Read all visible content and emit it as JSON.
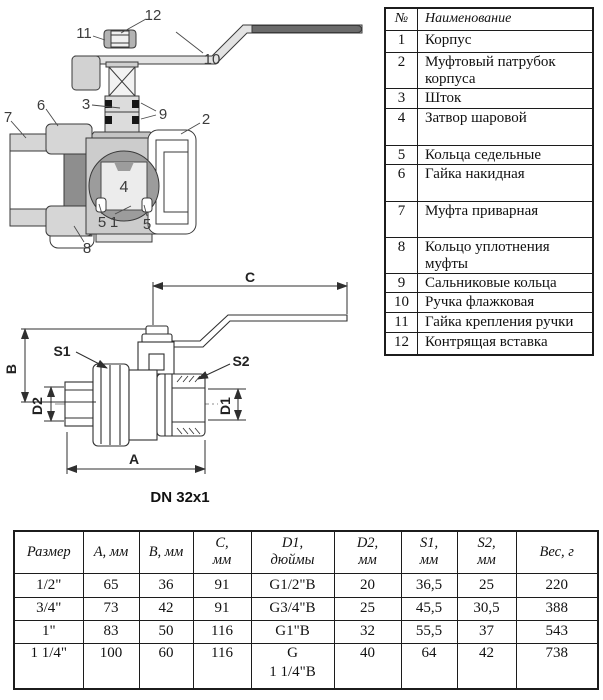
{
  "parts_table": {
    "headers": {
      "num": "№",
      "name": "Наименование"
    },
    "rows": [
      {
        "num": "1",
        "name": "Корпус"
      },
      {
        "num": "2",
        "name": "Муфтовый патрубок корпуса"
      },
      {
        "num": "3",
        "name": "Шток"
      },
      {
        "num": "4",
        "name": "Затвор шаровой"
      },
      {
        "num": "5",
        "name": "Кольца седельные"
      },
      {
        "num": "6",
        "name": "Гайка накидная"
      },
      {
        "num": "7",
        "name": "Муфта приварная"
      },
      {
        "num": "8",
        "name": "Кольцо уплотнения муфты"
      },
      {
        "num": "9",
        "name": "Сальниковые кольца"
      },
      {
        "num": "10",
        "name": "Ручка флажковая"
      },
      {
        "num": "11",
        "name": "Гайка крепления ручки"
      },
      {
        "num": "12",
        "name": "Контрящая вставка"
      }
    ]
  },
  "cutaway": {
    "callouts": {
      "c1": "1",
      "c2": "2",
      "c3": "3",
      "c4": "4",
      "c5": "5",
      "c6": "6",
      "c7": "7",
      "c8": "8",
      "c9": "9",
      "c10": "10",
      "c11": "11",
      "c12": "12"
    }
  },
  "dimension_drawing": {
    "labels": {
      "a": "A",
      "b": "B",
      "c": "C",
      "d1": "D1",
      "d2": "D2",
      "s1": "S1",
      "s2": "S2"
    },
    "caption": "DN 32x1"
  },
  "dimensions_table": {
    "headers": [
      "Размер",
      "A, мм",
      "B, мм",
      "C,\nмм",
      "D1,\nдюймы",
      "D2,\nмм",
      "S1,\nмм",
      "S2,\nмм",
      "Вес, г"
    ],
    "rows": [
      [
        "1/2\"",
        "65",
        "36",
        "91",
        "G1/2\"B",
        "20",
        "36,5",
        "25",
        "220"
      ],
      [
        "3/4\"",
        "73",
        "42",
        "91",
        "G3/4\"B",
        "25",
        "45,5",
        "30,5",
        "388"
      ],
      [
        "1\"",
        "83",
        "50",
        "116",
        "G1\"B",
        "32",
        "55,5",
        "37",
        "543"
      ],
      [
        "1 1/4\"",
        "100",
        "60",
        "116",
        "G\n1 1/4\"B",
        "40",
        "64",
        "42",
        "738"
      ]
    ]
  }
}
